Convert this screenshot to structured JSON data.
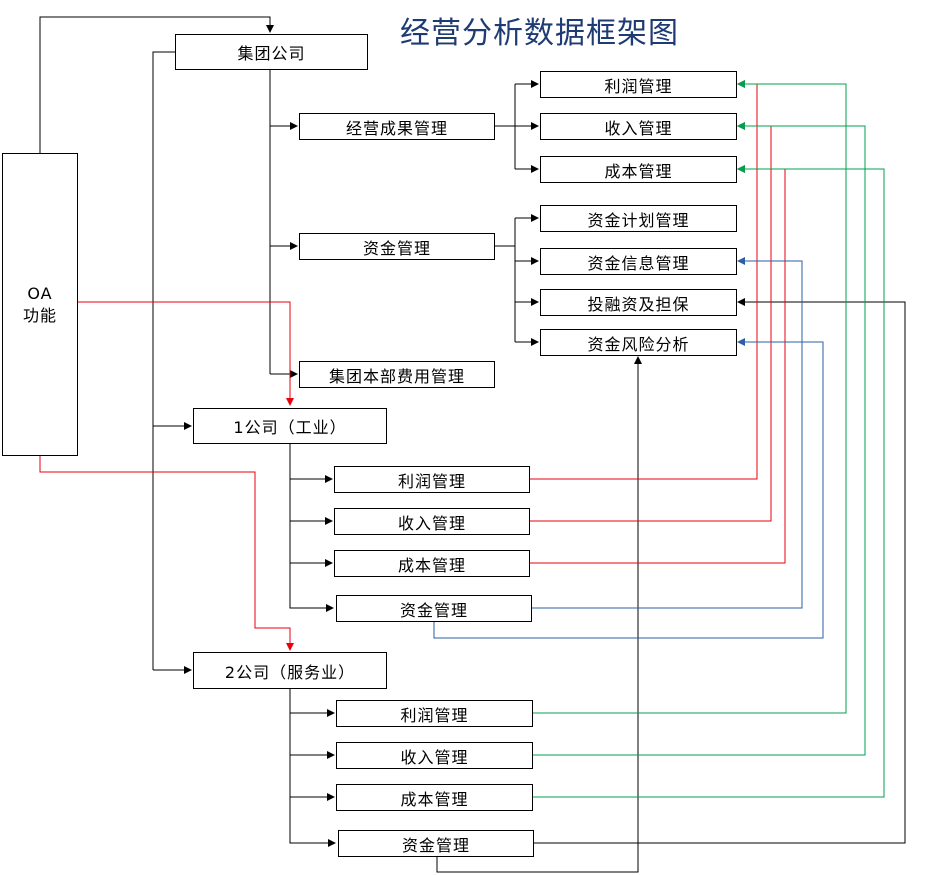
{
  "title": "经营分析数据框架图",
  "oa": {
    "line1": "OA",
    "line2": "功能"
  },
  "group": {
    "name": "集团公司",
    "business_results": "经营成果管理",
    "profit": "利润管理",
    "revenue": "收入管理",
    "cost": "成本管理",
    "funds": "资金管理",
    "fund_plan": "资金计划管理",
    "fund_info": "资金信息管理",
    "financing": "投融资及担保",
    "fund_risk": "资金风险分析",
    "hq_expense": "集团本部费用管理"
  },
  "company1": {
    "name": "1公司（工业）",
    "profit": "利润管理",
    "revenue": "收入管理",
    "cost": "成本管理",
    "funds": "资金管理"
  },
  "company2": {
    "name": "2公司（服务业）",
    "profit": "利润管理",
    "revenue": "收入管理",
    "cost": "成本管理",
    "funds": "资金管理"
  },
  "colors": {
    "hierarchy": "#000000",
    "oa_link": "#e8000b",
    "company1_link": "#e8000b",
    "company2_link": "#00a050",
    "funds_link": "#2e5fa3",
    "title": "#1f3b73"
  }
}
